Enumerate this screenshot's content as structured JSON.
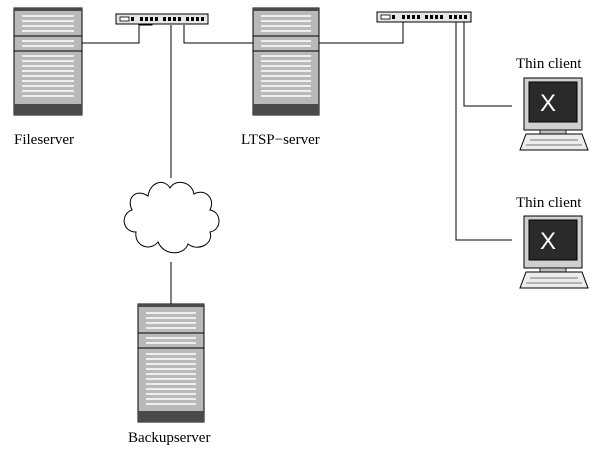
{
  "labels": {
    "fileserver": "Fileserver",
    "ltsp_server": "LTSP−server",
    "backupserver": "Backupserver",
    "thin_client_1": "Thin client",
    "thin_client_2": "Thin client"
  },
  "icons": {
    "server": "server-tower-icon",
    "switch": "network-switch-icon",
    "cloud": "network-cloud-icon",
    "thin_client": "thin-client-computer-icon",
    "screen_glyph": "X"
  },
  "colors": {
    "line": "#000000",
    "server_body": "#b9b9b9",
    "server_dark": "#4a4a4a",
    "screen": "#2a2a2a",
    "screen_text": "#ffffff"
  }
}
